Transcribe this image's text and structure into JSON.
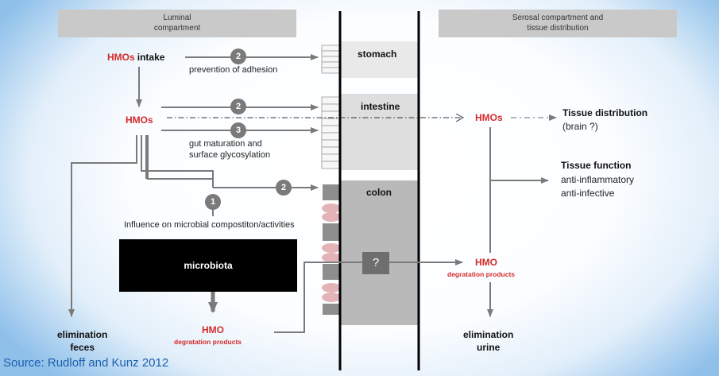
{
  "headers": {
    "luminal": "Luminal\ncompartment",
    "serosal": "Serosal compartment and\ntissue distribution"
  },
  "organs": {
    "stomach": "stomach",
    "intestine": "intestine",
    "colon": "colon"
  },
  "left": {
    "hmos_intake_red": "HMOs",
    "hmos_intake_black": "intake",
    "hmos": "HMOs",
    "prevention": "prevention of adhesion",
    "gut_maturation": "gut maturation and\nsurface glycosylation",
    "influence": "Influence on microbial compostiton/activities",
    "microbiota": "microbiota",
    "hmo": "HMO",
    "hmo_degr": "degratation products",
    "elimination_feces": "elimination\nfeces"
  },
  "right": {
    "hmos": "HMOs",
    "tissue_distribution": "Tissue distribution",
    "brain": "(brain ?)",
    "tissue_function": "Tissue function",
    "anti_inflammatory": "anti-inflammatory",
    "anti_infective": "anti-infective",
    "hmo": "HMO",
    "hmo_degr": "degratation products",
    "elimination_urine": "elimination\nurine"
  },
  "circles": {
    "c_stomach": "2",
    "c_intestine": "2",
    "c_intestine_3": "3",
    "c_colon": "2",
    "c_microbiota": "1"
  },
  "question": "?",
  "source": "Source: Rudloff and Kunz 2012",
  "colors": {
    "red_label": "#d52b2b",
    "arrow_gray": "#7a7a7a",
    "header_gray": "#c9c9c9",
    "source_blue": "#1f5fae"
  }
}
